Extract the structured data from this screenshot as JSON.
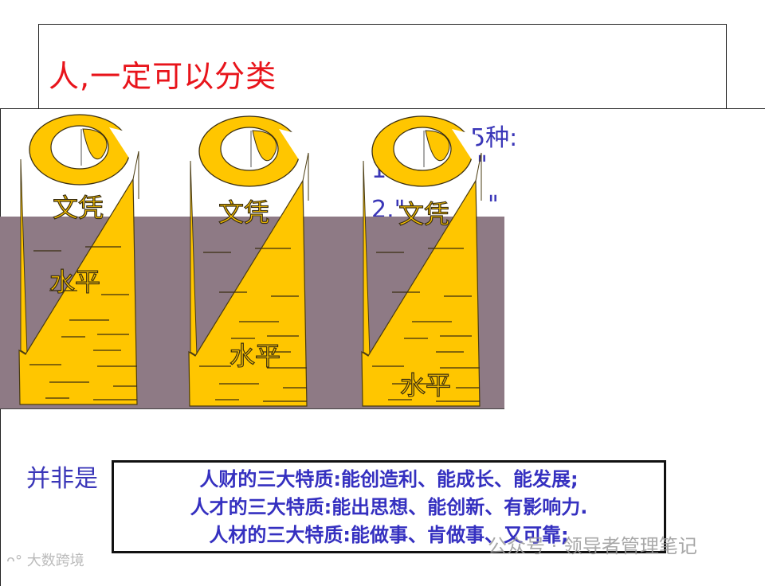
{
  "slide": {
    "title": "人,一定可以分类",
    "behind_text": {
      "line0": "5种:",
      "line1a": "1.\"",
      "line1b": "\"",
      "line2a": "2.\"",
      "line2b": "\"",
      "bottom_fragment": "并非是"
    },
    "scrolls": [
      {
        "top_label": "文凭",
        "bottom_label": "水平"
      },
      {
        "top_label": "文凭",
        "bottom_label": "水平"
      },
      {
        "top_label": "文凭",
        "bottom_label": "水平"
      }
    ],
    "quote_box": {
      "lines": [
        "人财的三大特质:能创造利、能成长、能发展;",
        "人才的三大特质:能出思想、能创新、有影响力.",
        "人材的三大特质:能做事、肯做事、又可靠;"
      ]
    },
    "watermarks": {
      "right": "公众号 · 领导者管理笔记",
      "left": "大数跨境"
    },
    "colors": {
      "title": "#e8141b",
      "text_blue": "#3a36b8",
      "scroll_yellow": "#ffc600",
      "panel_gray": "#8e7a85"
    }
  }
}
